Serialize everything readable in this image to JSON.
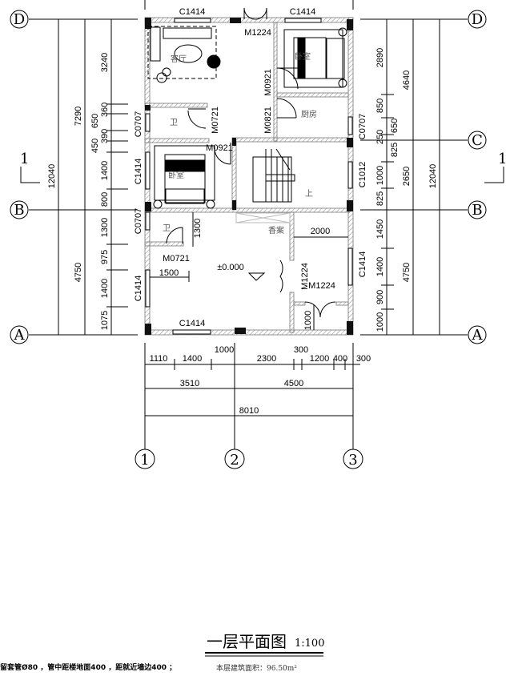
{
  "axes": {
    "rows": [
      "D",
      "C",
      "B",
      "A"
    ],
    "cols": [
      "1",
      "2",
      "3"
    ],
    "section": "1"
  },
  "left_dims": {
    "inner": [
      "3240",
      "360",
      "650",
      "390",
      "450",
      "1400",
      "800",
      "1300",
      "975",
      "1400",
      "1075"
    ],
    "middle": [
      "7290",
      "4750"
    ],
    "outer": "12040"
  },
  "right_dims": {
    "inner": [
      "2890",
      "850",
      "250",
      "1000",
      "825",
      "1450",
      "1400",
      "900",
      "1000"
    ],
    "second": [
      "650",
      "825"
    ],
    "middle": [
      "4640",
      "2650",
      "4750"
    ],
    "outer": "12040"
  },
  "bottom_dims": {
    "row1": [
      "1110",
      "1400",
      "1000",
      "2300",
      "300",
      "1200",
      "400",
      "300"
    ],
    "row2": [
      "3510",
      "4500"
    ],
    "total": "8010"
  },
  "windows": {
    "top_left": "C1414",
    "top_right": "C1414",
    "left": [
      "C0707",
      "C1414",
      "C0707",
      "C1414"
    ],
    "right": [
      "C0707",
      "C1012",
      "C1414"
    ],
    "bottom": "C1414"
  },
  "doors": {
    "main_top": "M1224",
    "bedroom_r": "M0921",
    "kitchen": "M0821",
    "bath1": "M0721",
    "bedroom_l": "M0921",
    "bath2": "M0721",
    "inner": "M1224",
    "side": "M1224"
  },
  "rooms": {
    "living": "客厅",
    "bedroom_r": "卧室",
    "kitchen": "厨房",
    "bath1": "卫",
    "bedroom_l": "卧室",
    "stairs_up": "上",
    "altar": "香案",
    "bath2": "卫"
  },
  "interior_dims": {
    "d1300": "1300",
    "d2000": "2000",
    "d1500": "1500",
    "d1000": "1000",
    "level": "±0.000"
  },
  "title": {
    "name": "一层平面图",
    "scale": "1:100"
  },
  "area": "本层建筑面积：96.50m²",
  "note": "留套管Ø80 ，管中距楼地面400 ，距就近墙边400 ；"
}
